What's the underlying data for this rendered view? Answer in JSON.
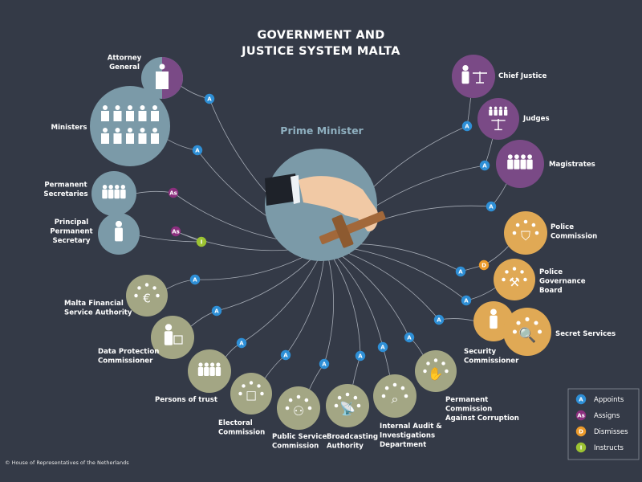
{
  "title": [
    "GOVERNMENT AND",
    "JUSTICE SYSTEM MALTA"
  ],
  "center": {
    "label": "Prime Minister",
    "icon": "hand-holding-gavel-icon"
  },
  "colors": {
    "background": "#343a47",
    "executive": "#7b9aa8",
    "justice": "#7a4a86",
    "security": "#e0a955",
    "independent": "#a3a684",
    "appoints": "#2e8fd6",
    "assigns": "#8c2f7e",
    "dismisses": "#eb9a2b",
    "instructs": "#9cc332"
  },
  "nodes": [
    {
      "id": "attorney-general",
      "label": [
        "Attorney",
        "General"
      ],
      "group": "executive",
      "icon": "lectern-speaker-icon",
      "relations": [
        "A"
      ]
    },
    {
      "id": "ministers",
      "label": [
        "Ministers"
      ],
      "group": "executive",
      "icon": "ministers-lecterns-icon",
      "relations": [
        "A"
      ]
    },
    {
      "id": "permanent-secretaries",
      "label": [
        "Permanent",
        "Secretaries"
      ],
      "group": "executive",
      "icon": "people-group-icon",
      "relations": [
        "As"
      ]
    },
    {
      "id": "principal-permanent-secretary",
      "label": [
        "Principal",
        "Permanent",
        "Secretary"
      ],
      "group": "executive",
      "icon": "person-icon",
      "relations": [
        "As",
        "I"
      ]
    },
    {
      "id": "chief-justice",
      "label": [
        "Chief Justice"
      ],
      "group": "justice",
      "icon": "person-scales-icon",
      "relations": [
        "A"
      ]
    },
    {
      "id": "judges",
      "label": [
        "Judges"
      ],
      "group": "justice",
      "icon": "people-scales-icon",
      "relations": [
        "A"
      ]
    },
    {
      "id": "magistrates",
      "label": [
        "Magistrates"
      ],
      "group": "justice",
      "icon": "people-group-icon",
      "relations": [
        "A"
      ]
    },
    {
      "id": "police-commission",
      "label": [
        "Police",
        "Commission"
      ],
      "group": "security",
      "icon": "police-badge-icon",
      "relations": [
        "A",
        "D"
      ]
    },
    {
      "id": "police-governance-board",
      "label": [
        "Police",
        "Governance",
        "Board"
      ],
      "group": "security",
      "icon": "gavel-icon",
      "relations": [
        "A"
      ]
    },
    {
      "id": "security-commissioner",
      "label": [
        "Security",
        "Commissioner"
      ],
      "group": "security",
      "icon": "person-icon",
      "relations": [
        "A"
      ]
    },
    {
      "id": "secret-services",
      "label": [
        "Secret Services"
      ],
      "group": "security",
      "icon": "folder-lock-magnifier-icon",
      "relations": []
    },
    {
      "id": "mfsa",
      "label": [
        "Malta Financial",
        "Service Authority"
      ],
      "group": "independent",
      "icon": "euro-building-icon",
      "relations": [
        "A"
      ]
    },
    {
      "id": "data-protection",
      "label": [
        "Data Protection",
        "Commissioner"
      ],
      "group": "independent",
      "icon": "person-lock-icon",
      "relations": [
        "A"
      ]
    },
    {
      "id": "persons-of-trust",
      "label": [
        "Persons of trust"
      ],
      "group": "independent",
      "icon": "people-group-icon",
      "relations": [
        "A"
      ]
    },
    {
      "id": "electoral-commission",
      "label": [
        "Electoral",
        "Commission"
      ],
      "group": "independent",
      "icon": "ballot-box-icon",
      "relations": [
        "A"
      ]
    },
    {
      "id": "public-service-commission",
      "label": [
        "Public Service",
        "Commission"
      ],
      "group": "independent",
      "icon": "people-meeting-icon",
      "relations": [
        "A"
      ]
    },
    {
      "id": "broadcasting-authority",
      "label": [
        "Broadcasting",
        "Authority"
      ],
      "group": "independent",
      "icon": "satellite-dish-icon",
      "relations": [
        "A"
      ]
    },
    {
      "id": "internal-audit",
      "label": [
        "Internal Audit &",
        "Investigations",
        "Department"
      ],
      "group": "independent",
      "icon": "magnifier-document-icon",
      "relations": [
        "A"
      ]
    },
    {
      "id": "anti-corruption",
      "label": [
        "Permanent",
        "Commission",
        "Against Corruption"
      ],
      "group": "independent",
      "icon": "handshake-money-icon",
      "relations": [
        "A"
      ]
    }
  ],
  "legend": [
    {
      "code": "A",
      "label": "Appoints",
      "color_key": "appoints"
    },
    {
      "code": "As",
      "label": "Assigns",
      "color_key": "assigns"
    },
    {
      "code": "D",
      "label": "Dismisses",
      "color_key": "dismisses"
    },
    {
      "code": "I",
      "label": "Instructs",
      "color_key": "instructs"
    }
  ],
  "copyright": "© House of Representatives of the Netherlands"
}
